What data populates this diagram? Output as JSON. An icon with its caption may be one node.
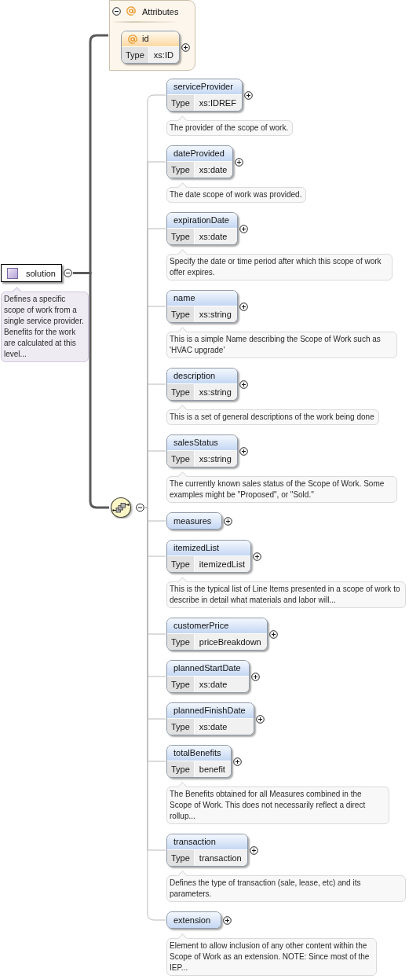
{
  "diagram": {
    "nodes": [
      {
        "text": [
          "solution"
        ],
        "beside": [
          "Defines a specific scope of work from a single service provider. Benefits for the work are calculated at this level..."
        ]
      },
      {
        "text": [
          "Attributes"
        ]
      },
      {
        "text": [
          "id",
          "Type",
          "xs:ID"
        ],
        "in": 1
      },
      {
        "text": [],
        "shape": "circle"
      },
      {
        "text": [
          "serviceProvider",
          "Type",
          "xs:IDREF"
        ],
        "beside": [
          "The provider of the scope of work."
        ]
      },
      {
        "text": [
          "dateProvided",
          "Type",
          "xs:date"
        ],
        "beside": [
          "The date scope of work was provided."
        ]
      },
      {
        "text": [
          "expirationDate",
          "Type",
          "xs:date"
        ],
        "beside": [
          "Specify the date or time period after which this scope of work offer expires."
        ]
      },
      {
        "text": [
          "name",
          "Type",
          "xs:string"
        ],
        "beside": [
          "This is a simple Name describing the Scope of Work such as 'HVAC upgrade'"
        ]
      },
      {
        "text": [
          "description",
          "Type",
          "xs:string"
        ],
        "beside": [
          "This is a set of general descriptions of the work being done"
        ]
      },
      {
        "text": [
          "salesStatus",
          "Type",
          "xs:string"
        ],
        "beside": [
          "The currently known sales status of the Scope of Work. Some examples might be \"Proposed\", or \"Sold.\""
        ]
      },
      {
        "text": [
          "measures"
        ]
      },
      {
        "text": [
          "itemizedList",
          "Type",
          "itemizedList"
        ],
        "beside": [
          "This is the typical list of Line Items presented in a scope of work to describe in detail what materials and labor will..."
        ]
      },
      {
        "text": [
          "customerPrice",
          "Type",
          "priceBreakdown"
        ]
      },
      {
        "text": [
          "plannedStartDate",
          "Type",
          "xs:date"
        ]
      },
      {
        "text": [
          "plannedFinishDate",
          "Type",
          "xs:date"
        ]
      },
      {
        "text": [
          "totalBenefits",
          "Type",
          "benefit"
        ],
        "beside": [
          "The Benefits obtained for all Measures combined in the Scope of Work. This does not necessarily reflect a direct rollup..."
        ]
      },
      {
        "text": [
          "transaction",
          "Type",
          "transaction"
        ],
        "beside": [
          "Defines the type of transaction (sale, lease, etc) and its parameters."
        ]
      },
      {
        "text": [
          "extension"
        ],
        "beside": [
          "Element to allow inclusion of any other content within the Scope of Work as an extension. NOTE: Since most of the IEP..."
        ]
      }
    ],
    "edges": [
      {
        "from": 0,
        "to": 1,
        "arrow": "none",
        "style": "thick",
        "color": "#5a5a5a"
      },
      {
        "from": 0,
        "to": 3,
        "arrow": "none",
        "style": "thick",
        "color": "#5a5a5a"
      },
      {
        "from": 3,
        "to": 4,
        "arrow": "none"
      },
      {
        "from": 3,
        "to": 5,
        "arrow": "none"
      },
      {
        "from": 3,
        "to": 6,
        "arrow": "none"
      },
      {
        "from": 3,
        "to": 7,
        "arrow": "none"
      },
      {
        "from": 3,
        "to": 8,
        "arrow": "none"
      },
      {
        "from": 3,
        "to": 9,
        "arrow": "none"
      },
      {
        "from": 3,
        "to": 10,
        "arrow": "none"
      },
      {
        "from": 3,
        "to": 11,
        "arrow": "none"
      },
      {
        "from": 3,
        "to": 12,
        "arrow": "none"
      },
      {
        "from": 3,
        "to": 13,
        "arrow": "none"
      },
      {
        "from": 3,
        "to": 14,
        "arrow": "none"
      },
      {
        "from": 3,
        "to": 15,
        "arrow": "none"
      },
      {
        "from": 3,
        "to": 16,
        "arrow": "none"
      },
      {
        "from": 3,
        "to": 17,
        "arrow": "none"
      }
    ]
  }
}
